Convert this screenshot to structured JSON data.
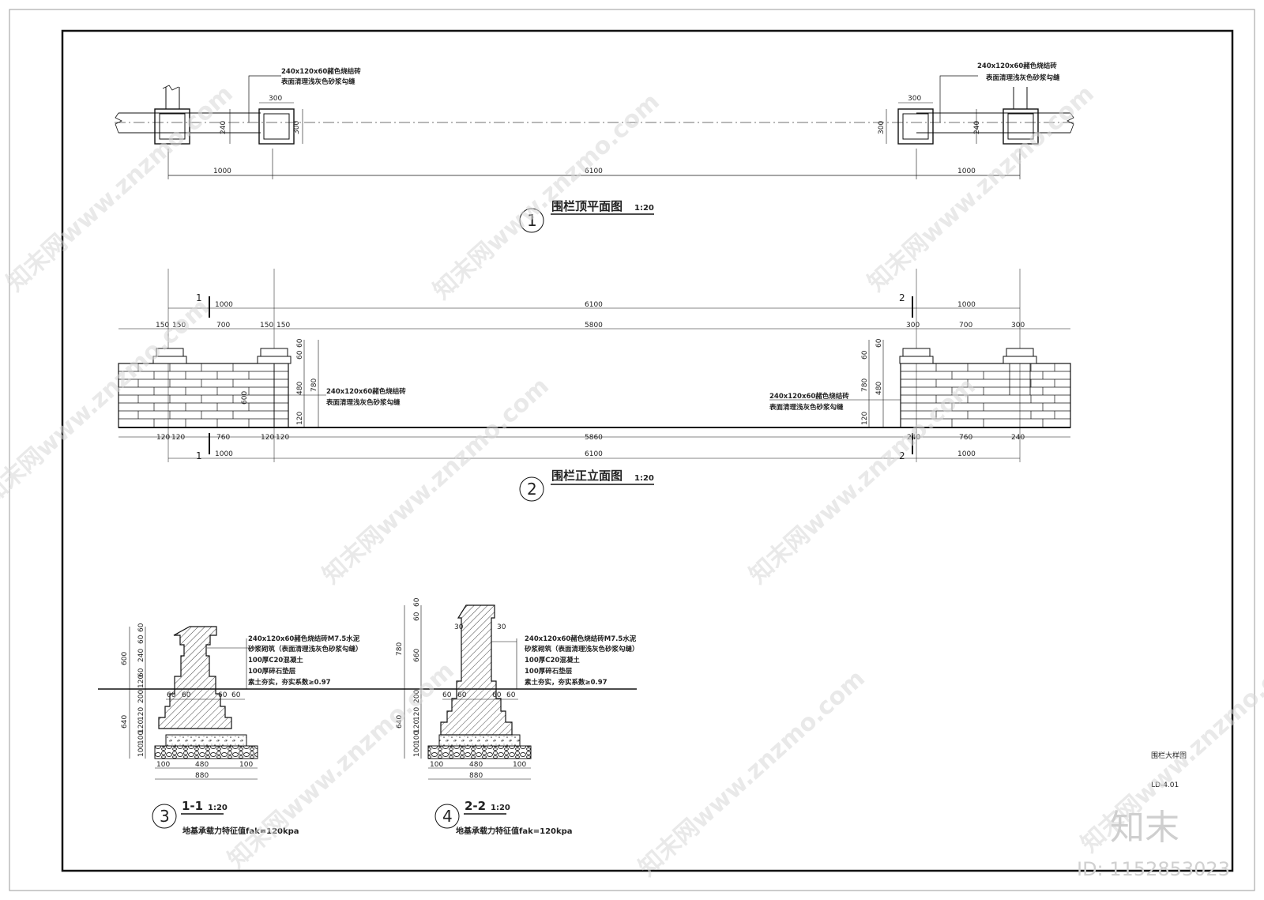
{
  "watermark": {
    "text": "知末网www.znzmo.com",
    "brand": "知末",
    "id": "ID: 1152853023"
  },
  "plan": {
    "title": "围栏顶平面图",
    "scale": "1:20",
    "number": "1",
    "note_line1": "240x120x60赭色烧结砖",
    "note_line2": "表面清理浅灰色砂浆勾缝",
    "dims": {
      "post": "300",
      "wall": "240",
      "side_span": "1000",
      "main_span": "6100"
    }
  },
  "elevation": {
    "title": "围栏正立面图",
    "scale": "1:20",
    "number": "2",
    "section_marks": [
      "1",
      "2"
    ],
    "note_line1": "240x120x60赭色烧结砖",
    "note_line2": "表面清理浅灰色砂浆勾缝",
    "top_dims": {
      "side": "1000",
      "main": "6100",
      "p150": "150",
      "p700": "700",
      "p5800": "5800",
      "p300": "300"
    },
    "bottom_dims": {
      "p120": "120",
      "p760": "760",
      "p5860": "5860",
      "p240": "240",
      "main": "6100",
      "side": "1000"
    },
    "height_dims": {
      "h60": "60",
      "h480": "480",
      "h780": "780",
      "h120": "120",
      "h600": "600"
    }
  },
  "section1": {
    "title": "1-1",
    "scale": "1:20",
    "number": "3",
    "bearing": "地基承载力特征值fak=120kpa",
    "notes": [
      "240x120x60赭色烧结砖M7.5水泥",
      "砂浆砌筑（表面清理浅灰色砂浆勾缝）",
      "100厚C20混凝土",
      "100厚碎石垫层",
      "素土夯实，夯实系数≥0.97"
    ],
    "vdims_left": [
      "600",
      "640"
    ],
    "vdims_right": [
      "60",
      "60",
      "240",
      "60",
      "120",
      "200",
      "120",
      "120",
      "100",
      "100"
    ],
    "hdims_top": [
      "60",
      "60",
      "60",
      "60"
    ],
    "hdims_bottom": [
      "100",
      "480",
      "100"
    ],
    "total": "880"
  },
  "section2": {
    "title": "2-2",
    "scale": "1:20",
    "number": "4",
    "bearing": "地基承载力特征值fak=120kpa",
    "notes": [
      "240x120x60赭色烧结砖M7.5水泥",
      "砂浆砌筑（表面清理浅灰色砂浆勾缝）",
      "100厚C20混凝土",
      "100厚碎石垫层",
      "素土夯实，夯实系数≥0.97"
    ],
    "vdims_left": [
      "780",
      "640"
    ],
    "vdims_right": [
      "60",
      "60",
      "660",
      "200",
      "120",
      "120",
      "100",
      "100"
    ],
    "cap_dims": [
      "30",
      "30"
    ],
    "hdims_top": [
      "60",
      "60",
      "60",
      "60"
    ],
    "hdims_bottom": [
      "100",
      "480",
      "100"
    ],
    "total": "880"
  },
  "titleblock": {
    "drawing_name": "围栏大样图",
    "drawing_no": "LD-4.01"
  }
}
